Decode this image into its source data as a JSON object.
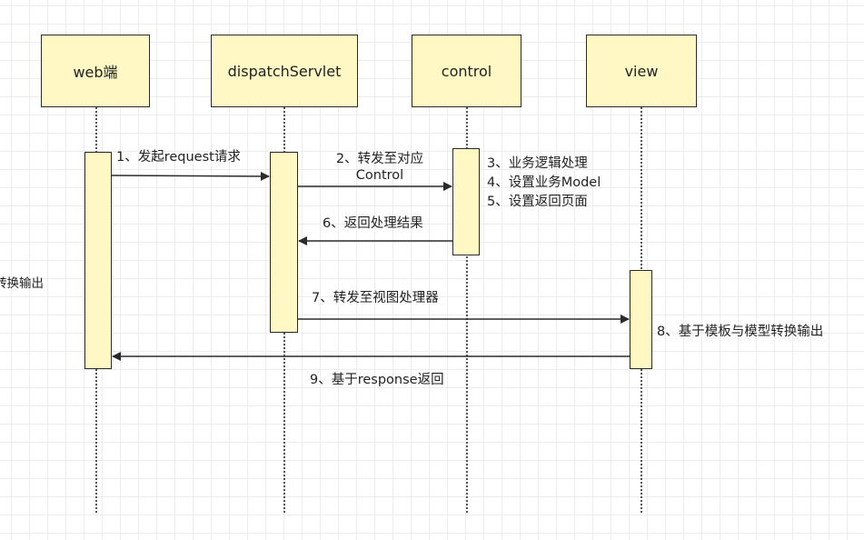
{
  "actors": {
    "web": "web端",
    "dispatch": "dispatchServlet",
    "control": "control",
    "view": "view"
  },
  "messages": {
    "m1": "1、发起request请求",
    "m2_line1": "2、转发至对应",
    "m2_line2": "Control",
    "m3": "3、业务逻辑处理",
    "m4": "4、设置业务Model",
    "m5": "5、设置返回页面",
    "m6": "6、返回处理结果",
    "m7": "7、转发至视图处理器",
    "m8": "8、基于模板与模型转换输出",
    "m9": "9、基于response返回"
  },
  "clipped_note": "转换输出",
  "colors": {
    "box_fill": "#fff8c4",
    "stroke": "#2b2b2b"
  }
}
